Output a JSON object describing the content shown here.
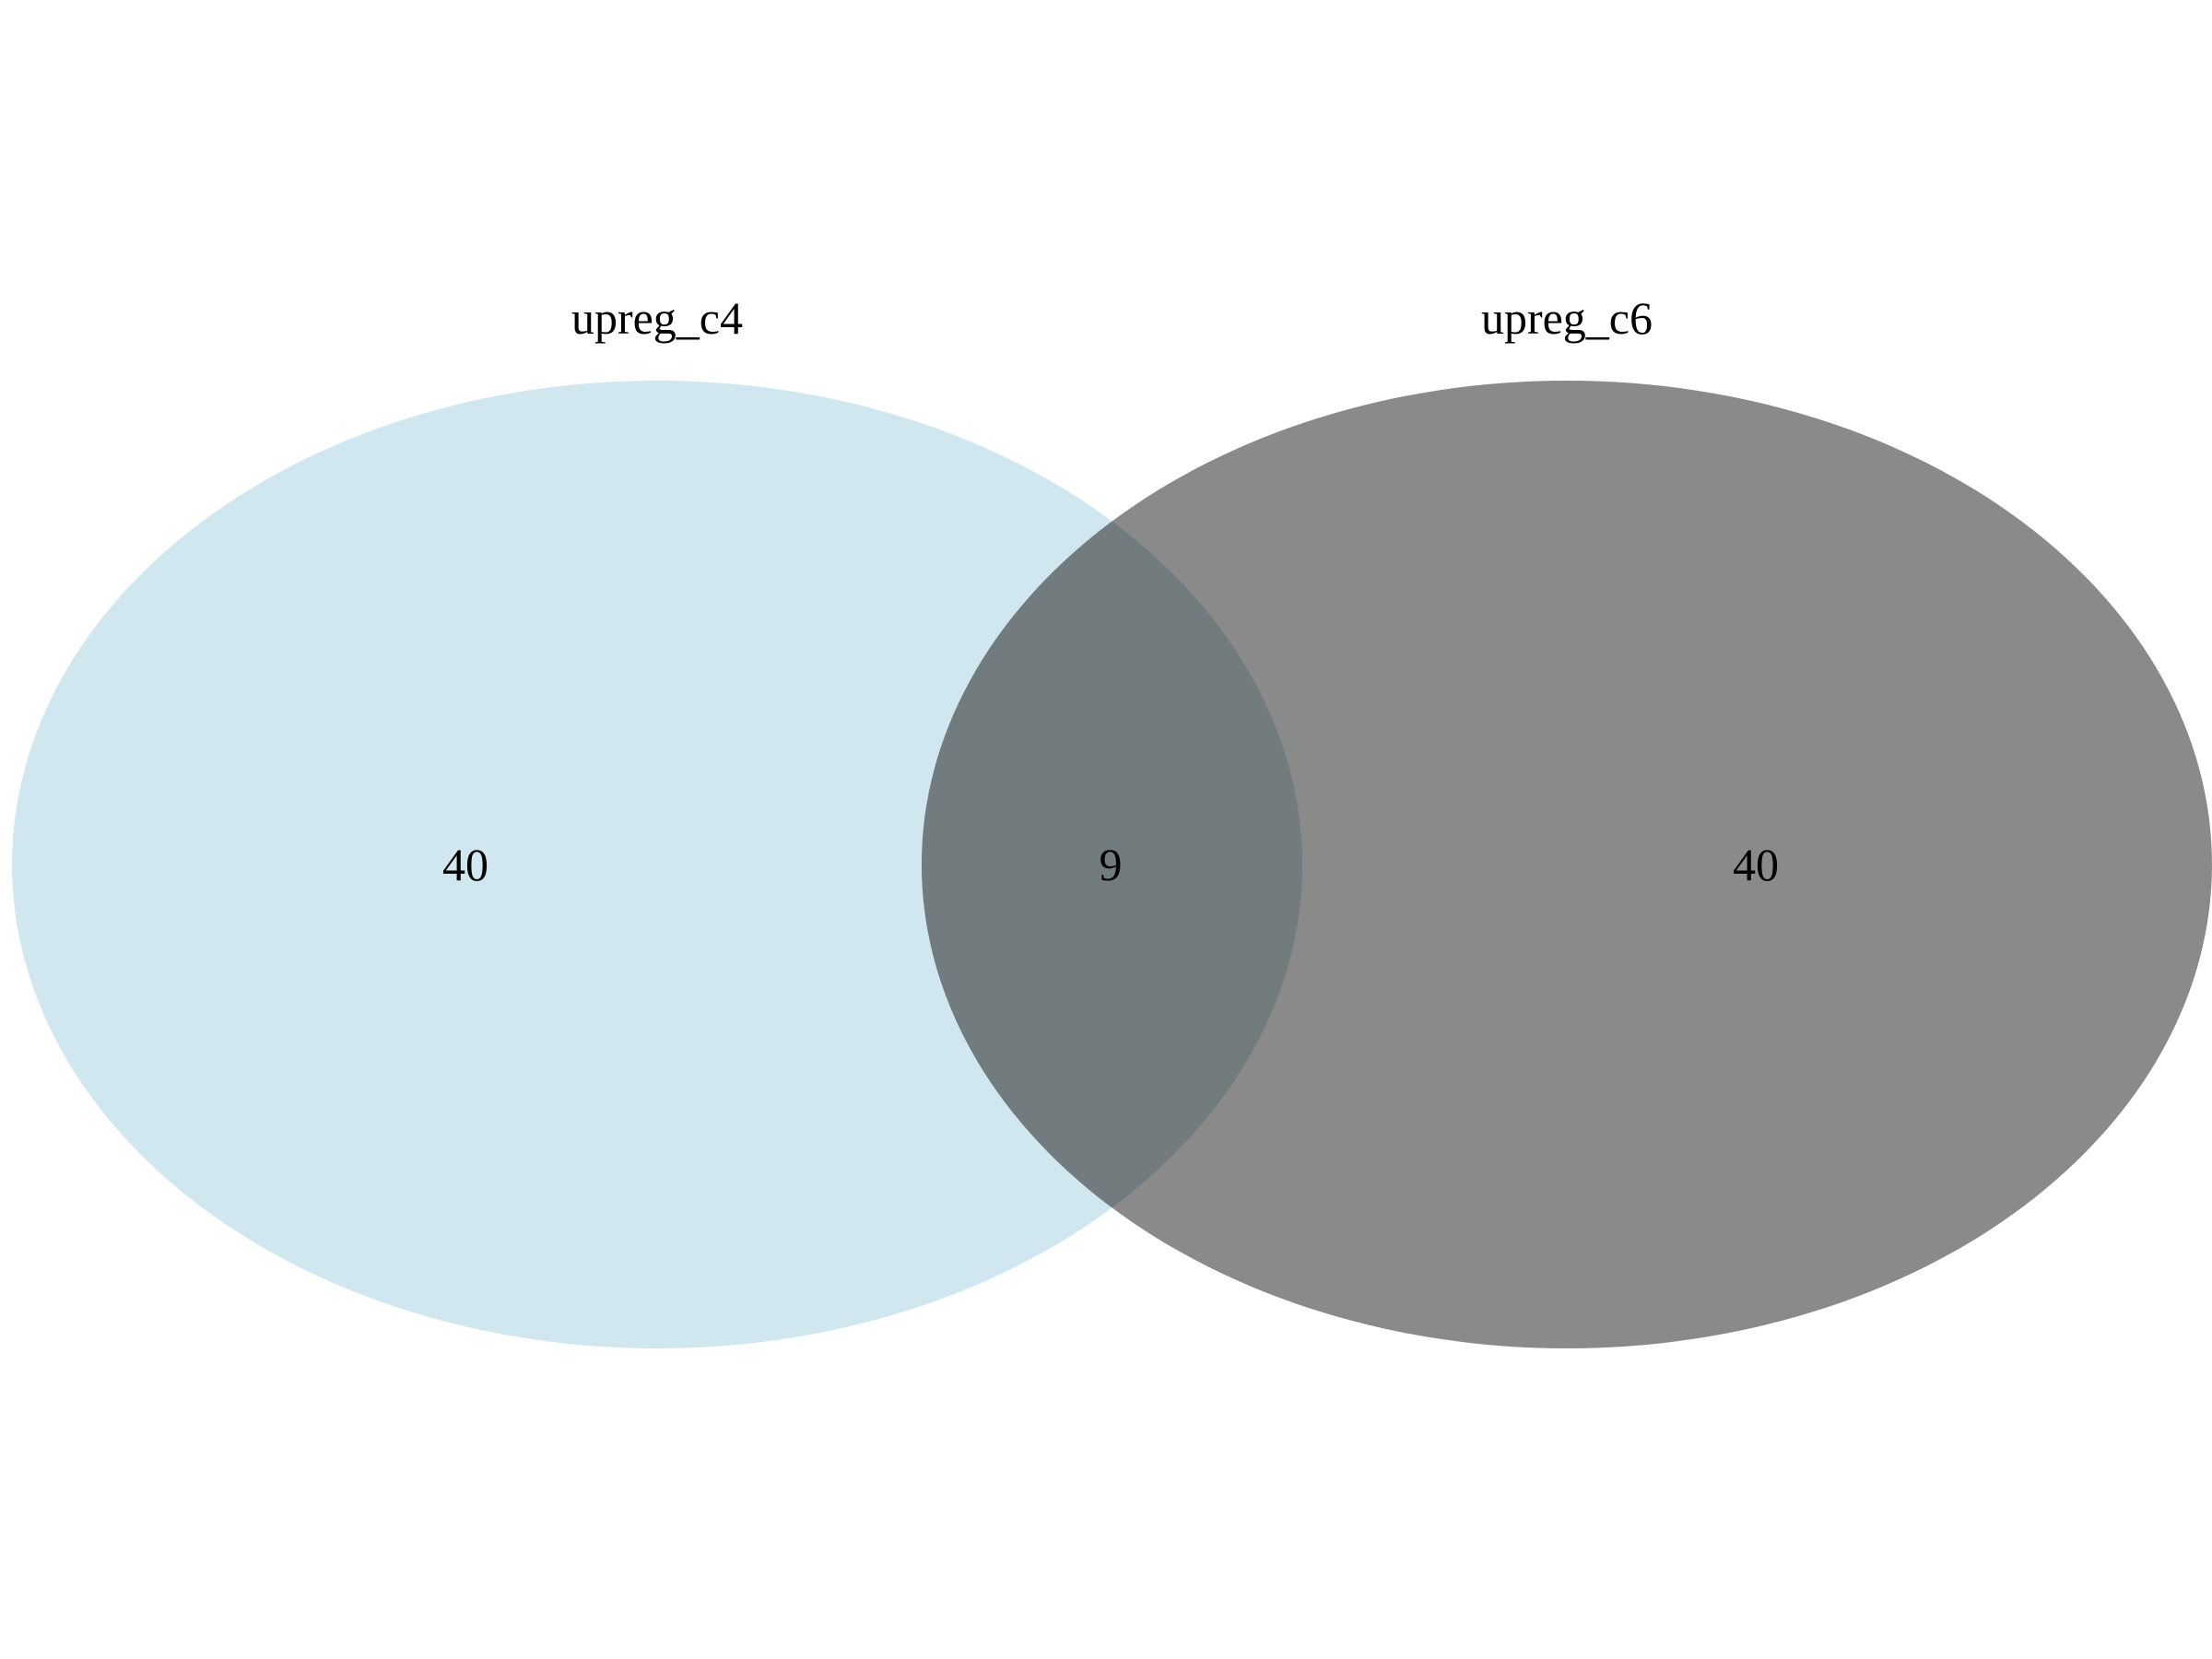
{
  "diagram": {
    "type": "venn",
    "sets": [
      {
        "label": "upreg_c4",
        "color": "#d0e7ef"
      },
      {
        "label": "upreg_c6",
        "color": "#8a8a8a"
      }
    ],
    "regions": {
      "only_left": "40",
      "intersection": "9",
      "only_right": "40"
    },
    "overlap_color": "#727b7e"
  }
}
